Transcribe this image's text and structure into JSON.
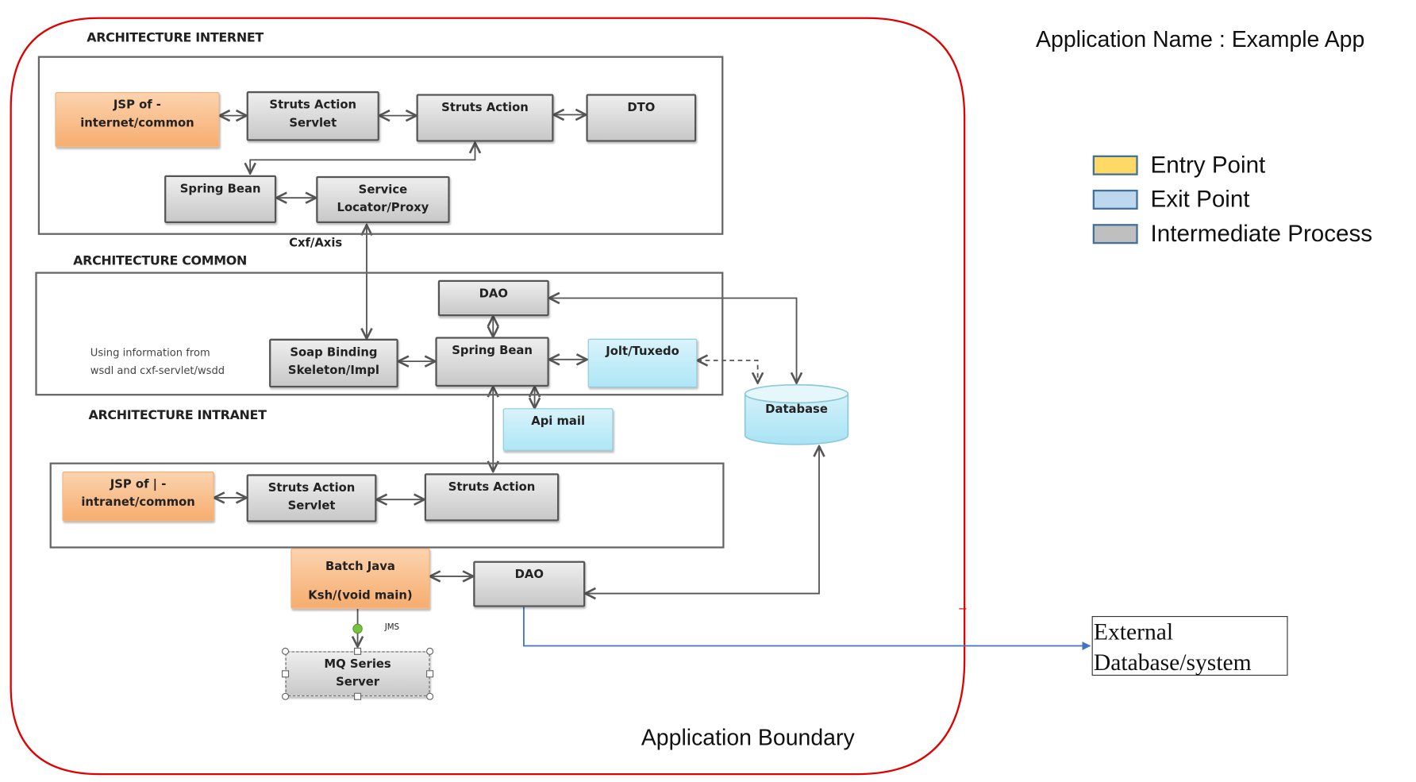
{
  "header": {
    "app_name": "Application Name : Example App"
  },
  "legend": [
    {
      "label": "Entry Point",
      "color": "#ffd966"
    },
    {
      "label": "Exit Point",
      "color": "#bdd7ee"
    },
    {
      "label": "Intermediate Process",
      "color": "#bfbfbf"
    }
  ],
  "boundary": {
    "label": "Application Boundary",
    "color": "#e00000"
  },
  "sections": {
    "internet": {
      "title": "ARCHITECTURE INTERNET",
      "nodes": {
        "jsp": [
          "JSP of        -",
          "internet/common"
        ],
        "struts_servlet": [
          "Struts Action",
          "Servlet"
        ],
        "struts_action": [
          "Struts Action"
        ],
        "dto": [
          "DTO"
        ],
        "spring_bean": [
          "Spring Bean"
        ],
        "service_locator": [
          "Service",
          "Locator/Proxy"
        ]
      }
    },
    "connector_label": "Cxf/Axis",
    "common": {
      "title": "ARCHITECTURE COMMON",
      "note": [
        "Using information from",
        "wsdl and cxf-servlet/wsdd"
      ],
      "nodes": {
        "dao": [
          "DAO"
        ],
        "soap_binding": [
          "Soap Binding",
          "Skeleton/Impl"
        ],
        "spring_bean": [
          "Spring Bean"
        ],
        "jolt": [
          "Jolt/Tuxedo"
        ],
        "api_mail": [
          "Api mail"
        ],
        "database": [
          "Database"
        ]
      }
    },
    "intranet": {
      "title": "ARCHITECTURE INTRANET",
      "nodes": {
        "jsp": [
          "JSP of |      -",
          "intranet/common"
        ],
        "struts_servlet": [
          "Struts Action",
          "Servlet"
        ],
        "struts_action": [
          "Struts Action"
        ]
      }
    },
    "batch": {
      "batch_java": [
        "Batch Java",
        "Ksh/(void main)"
      ],
      "dao": [
        "DAO"
      ],
      "jms_label": "JMS",
      "mq_server": [
        "MQ Series",
        "Server"
      ]
    }
  },
  "external": {
    "lines": [
      "External",
      "Database/system"
    ]
  },
  "colors": {
    "arrow": "#555555",
    "exit_arrow": "#4472c4"
  }
}
